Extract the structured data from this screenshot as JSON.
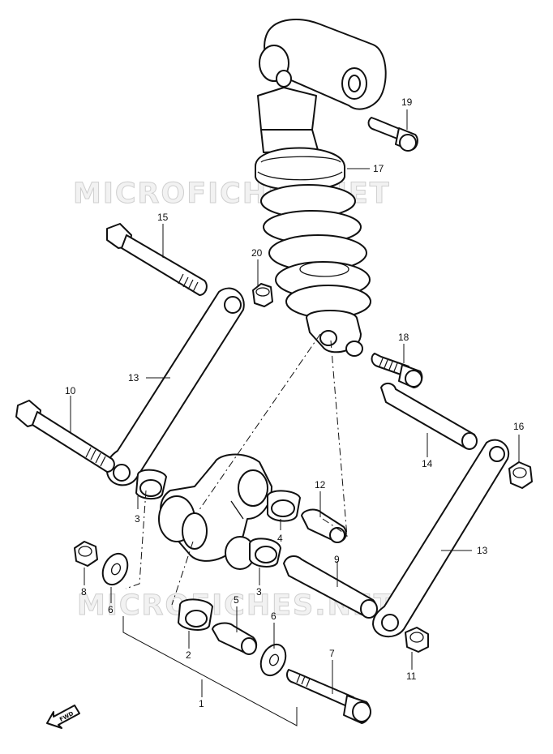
{
  "watermark": "MICROFICHES.NET",
  "forward_label": "FWD",
  "callouts": {
    "p1": "1",
    "p2": "2",
    "p3a": "3",
    "p3b": "3",
    "p4": "4",
    "p5": "5",
    "p6a": "6",
    "p6b": "6",
    "p7": "7",
    "p8": "8",
    "p9": "9",
    "p10": "10",
    "p11": "11",
    "p12": "12",
    "p13a": "13",
    "p13b": "13",
    "p14": "14",
    "p15": "15",
    "p16": "16",
    "p17": "17",
    "p18": "18",
    "p19": "19",
    "p20": "20"
  }
}
